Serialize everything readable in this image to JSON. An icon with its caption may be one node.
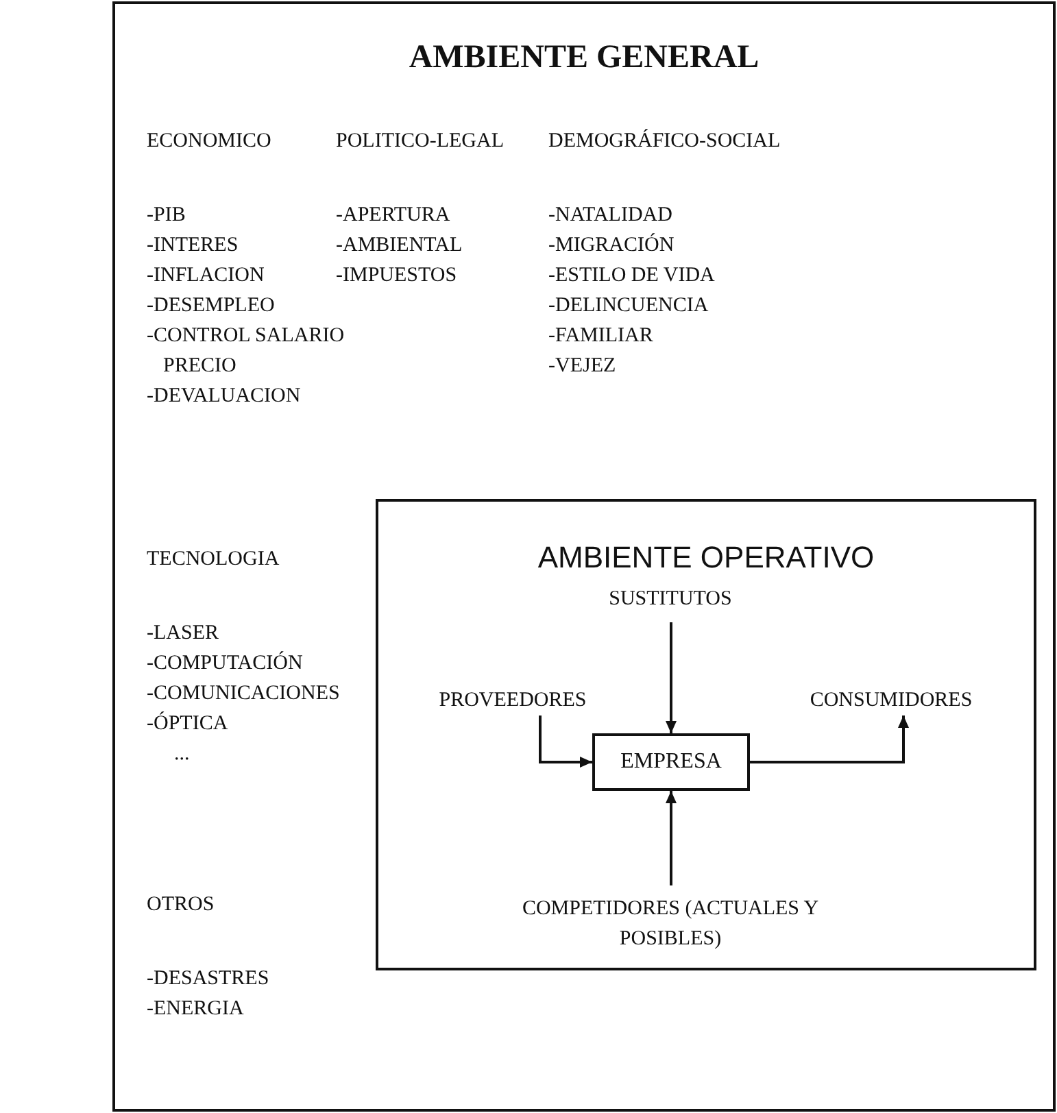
{
  "diagram": {
    "nodes": [
      {
        "text": [
          "AMBIENTE GENERAL"
        ]
      },
      {
        "text": [
          "AMBIENTE OPERATIVO"
        ],
        "in": 0
      },
      {
        "text": [
          "SUSTITUTOS"
        ],
        "in": 1
      },
      {
        "text": [
          "PROVEEDORES"
        ],
        "in": 1
      },
      {
        "text": [
          "EMPRESA"
        ],
        "in": 1
      },
      {
        "text": [
          "CONSUMIDORES"
        ],
        "in": 1
      },
      {
        "text": [
          "COMPETIDORES (ACTUALES Y POSIBLES)"
        ],
        "in": 1
      }
    ],
    "edges": [
      {
        "from": 2,
        "to": 4,
        "arrow": "to"
      },
      {
        "from": 3,
        "to": 4,
        "arrow": "to"
      },
      {
        "from": 4,
        "to": 5,
        "arrow": "to"
      },
      {
        "from": 6,
        "to": 4,
        "arrow": "to"
      }
    ],
    "labels": [
      "ECONOMICO",
      "-PIB",
      "-INTERES",
      "-INFLACION",
      "-DESEMPLEO",
      "-CONTROL SALARIO PRECIO",
      "-DEVALUACION",
      "POLITICO-LEGAL",
      "-APERTURA",
      "-AMBIENTAL",
      "-IMPUESTOS",
      "DEMOGRÁFICO-SOCIAL",
      "-NATALIDAD",
      "-MIGRACIÓN",
      "-ESTILO DE VIDA",
      "-DELINCUENCIA",
      "-FAMILIAR",
      "-VEJEZ",
      "TECNOLOGIA",
      "-LASER",
      "-COMPUTACIÓN",
      "-COMUNICACIONES",
      "-ÓPTICA",
      "...",
      "OTROS",
      "-DESASTRES",
      "-ENERGIA"
    ]
  }
}
